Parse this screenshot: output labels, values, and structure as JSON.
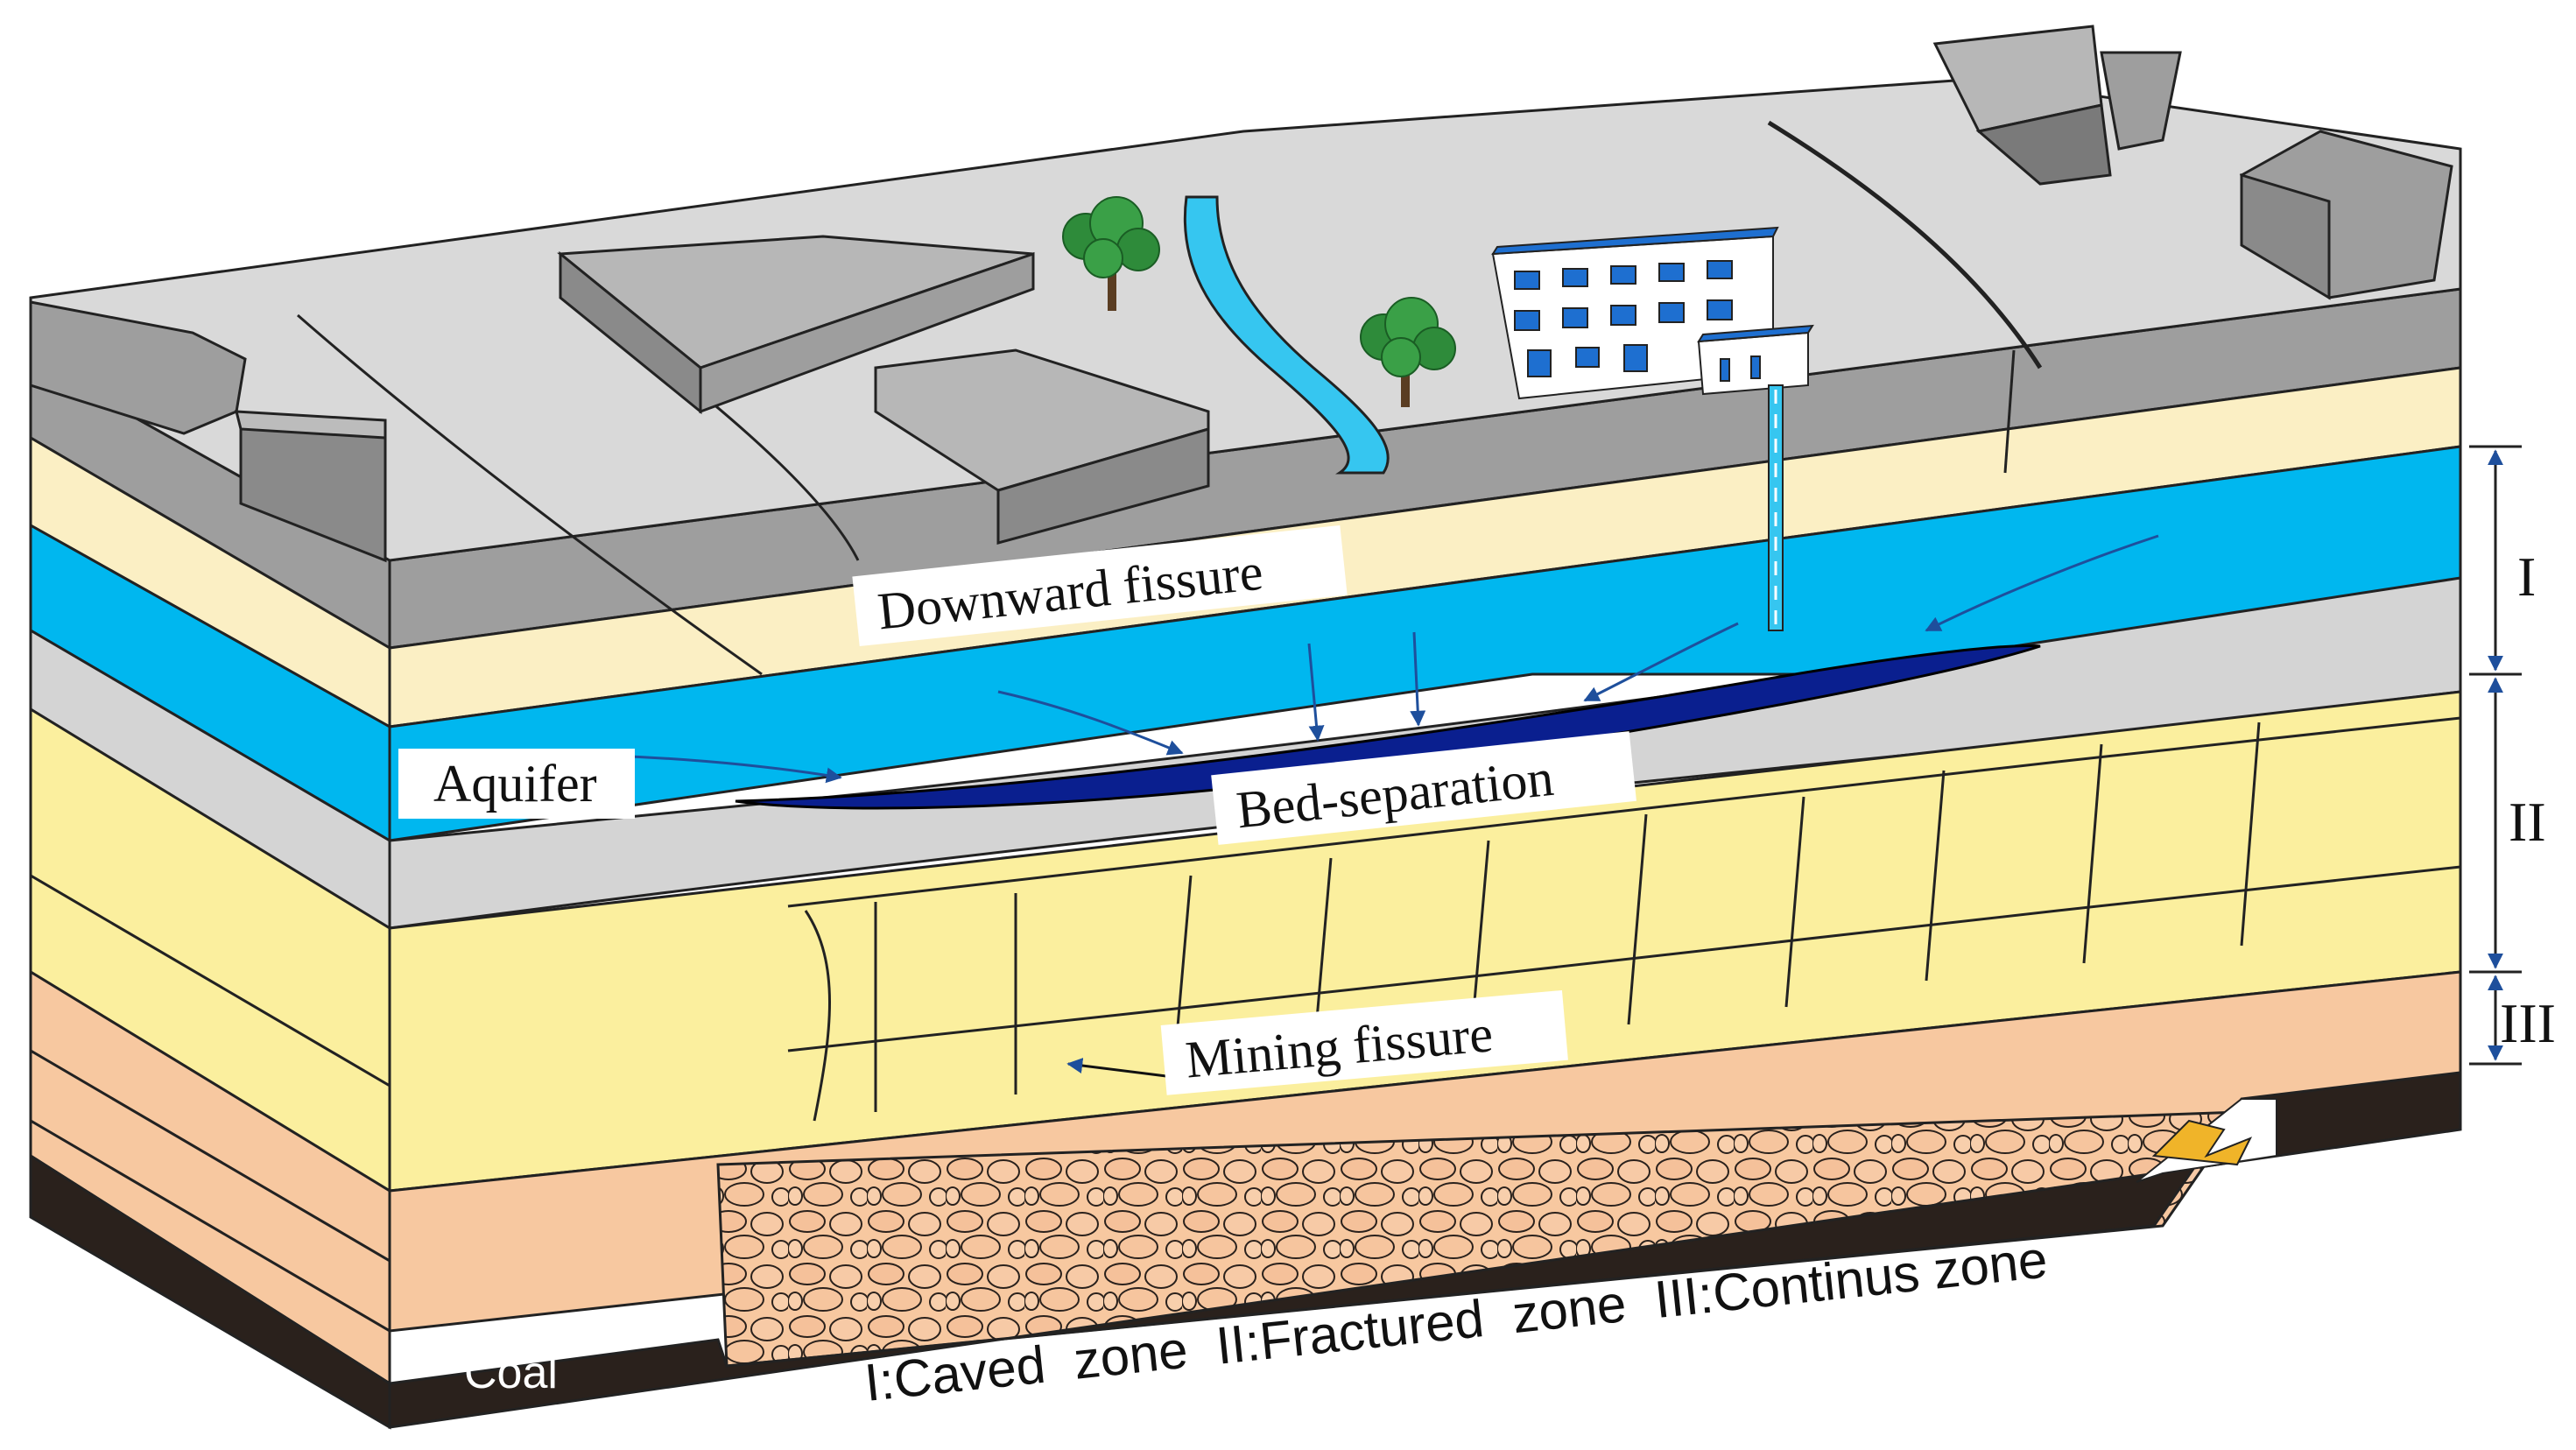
{
  "labels": {
    "downward_fissure": "Downward fissure",
    "aquifer": "Aquifer",
    "bed_separation": "Bed-separation",
    "mining_fissure": "Mining fissure",
    "coal": "Coal"
  },
  "zones": {
    "zone_1": "I",
    "zone_2": "II",
    "zone_3": "III"
  },
  "legend": {
    "caption": "I:Caved  zone  II:Fractured  zone  III:Continus zone"
  },
  "colors": {
    "surface_top": "#d9d9d9",
    "rock_gray": "#9e9e9e",
    "rock_dark": "#7a7a7a",
    "sandstone_light": "#fbefc4",
    "aquifer_blue": "#00b7ef",
    "bed_separation_navy": "#0a1f8f",
    "gray_layer": "#d4d4d4",
    "yellow_rock": "#fbef9e",
    "pink_rock": "#f7c8a0",
    "coal_black": "#2a211c",
    "river": "#36c6f0",
    "tree_green": "#2e8b3a",
    "building_blue": "#1e6fd0"
  },
  "icons": [
    "tree-icon",
    "building-icon",
    "arrow-icon"
  ]
}
